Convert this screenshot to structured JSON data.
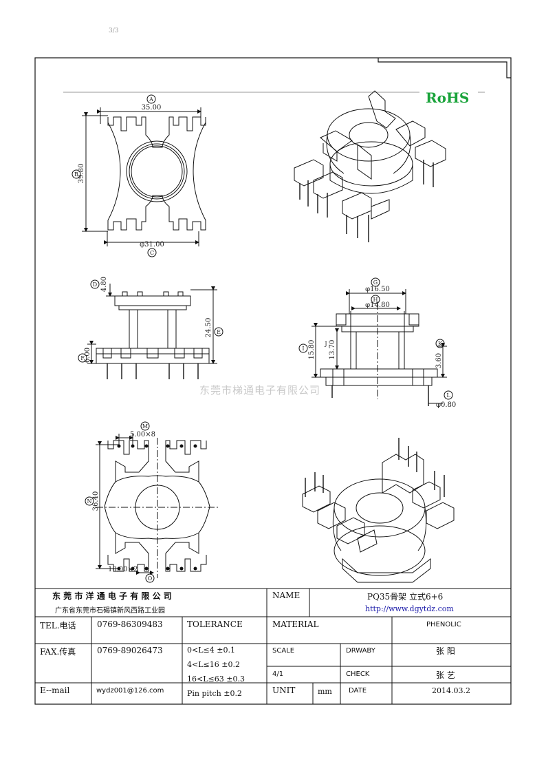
{
  "page_mark": "3/3",
  "rohs": "RoHS",
  "watermark": "东莞市梯通电子有限公司",
  "views": {
    "top": {
      "circle_a": "A",
      "dim_a": "35.00",
      "circle_b": "B",
      "dim_b": "39.80",
      "circle_c": "C",
      "dim_c": "φ31.00"
    },
    "side": {
      "circle_d": "D",
      "dim_d": "4.80",
      "circle_e": "E",
      "dim_e": "24.50",
      "circle_f": "F",
      "dim_f": "6.00"
    },
    "front": {
      "circle_g": "G",
      "dim_g": "φ16.50",
      "circle_h": "H",
      "dim_h": "φ14.80",
      "circle_i": "I",
      "dim_i": "15.80",
      "circle_j": "J",
      "dim_j": "13.70",
      "circle_k": "K",
      "dim_k": "3.60",
      "circle_l": "L",
      "dim_l": "φ0.80"
    },
    "bottom": {
      "circle_m": "M",
      "dim_m": "5.00×8",
      "circle_n": "N",
      "dim_n": "36.40",
      "circle_o": "O",
      "dim_o": "10.00×2"
    }
  },
  "title_block": {
    "company": "东 莞 市 洋 通 电 子 有 限 公 司",
    "address": "广东省东莞市石碣镇新风西路工业园",
    "name_label": "NAME",
    "name_value": "PQ35骨架 立式6+6",
    "url": "http://www.dgytdz.com",
    "tel_label": "TEL.电话",
    "tel_value": "0769-86309483",
    "tolerance_label": "TOLERANCE",
    "material_label": "MATERIAL",
    "material_value": "PHENOLIC",
    "fax_label": "FAX.传真",
    "fax_value": "0769-89026473",
    "tol_1": "0<L≤4   ±0.1",
    "tol_2": "4<L≤16  ±0.2",
    "tol_3": "16<L≤63  ±0.3",
    "tol_4": "Pin pitch ±0.2",
    "scale_label": "SCALE",
    "scale_value": "4/1",
    "drawby_label": "DRWABY",
    "drawby_value": "张 阳",
    "check_label": "CHECK",
    "check_value": "张 艺",
    "email_label": "E--mail",
    "email_value": "wydz001@126.com",
    "unit_label": "UNIT",
    "unit_value": "mm",
    "date_label": "DATE",
    "date_value": "2014.03.2"
  },
  "colors": {
    "line": "#111111",
    "rohs": "#19a33a",
    "watermark": "#c9c9c9",
    "link": "#1a1aa8"
  }
}
